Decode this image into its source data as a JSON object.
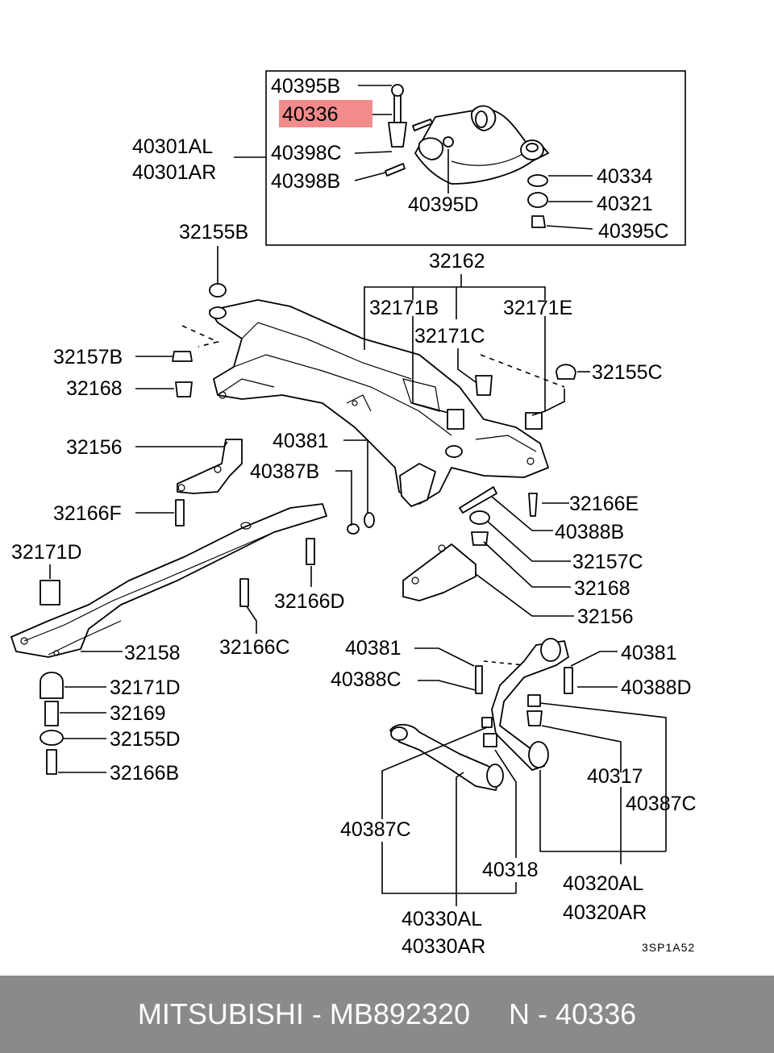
{
  "labels": {
    "l40395B": "40395B",
    "l40336": "40336",
    "l40301AL": "40301AL",
    "l40301AR": "40301AR",
    "l40398C": "40398C",
    "l40398B": "40398B",
    "l40395D": "40395D",
    "l40334": "40334",
    "l40321": "40321",
    "l40395C": "40395C",
    "l32155B": "32155B",
    "l32162": "32162",
    "l32171B": "32171B",
    "l32171E": "32171E",
    "l32171C": "32171C",
    "l32157B": "32157B",
    "l32155C": "32155C",
    "l32168a": "32168",
    "l32156a": "32156",
    "l40381a": "40381",
    "l40387B": "40387B",
    "l32166E": "32166E",
    "l32166F": "32166F",
    "l40388B": "40388B",
    "l32171Da": "32171D",
    "l32157C": "32157C",
    "l32168b": "32168",
    "l32166D": "32166D",
    "l32156b": "32156",
    "l32158": "32158",
    "l32166C": "32166C",
    "l40381b": "40381",
    "l40381c": "40381",
    "l40388C": "40388C",
    "l40388D": "40388D",
    "l32171Db": "32171D",
    "l32169": "32169",
    "l32155D": "32155D",
    "l32166B": "32166B",
    "l40317": "40317",
    "l40387Ca": "40387C",
    "l40387Cb": "40387C",
    "l40318": "40318",
    "l40320AL": "40320AL",
    "l40320AR": "40320AR",
    "l40330AL": "40330AL",
    "l40330AR": "40330AR"
  },
  "diagram_code": "3SP1A52",
  "highlight_color": "#f28b8b",
  "footer": {
    "brand_part": "MITSUBISHI - MB892320",
    "ref": "N - 40336"
  }
}
